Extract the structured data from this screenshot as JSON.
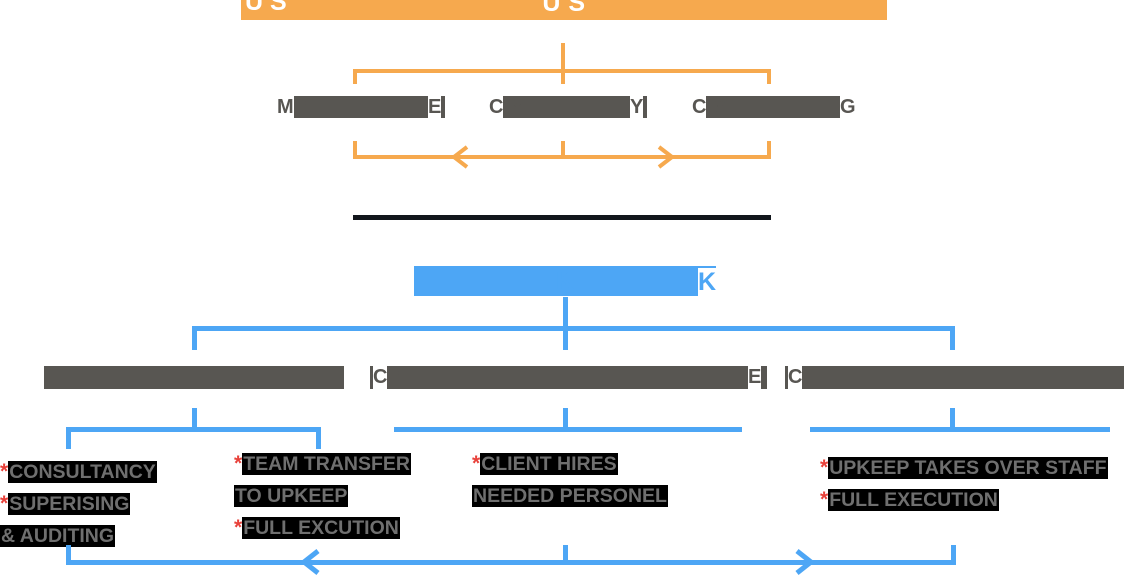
{
  "diagram": {
    "title": "Operating model split: traditional services vs Upkeep",
    "top": {
      "header_bar": {
        "text": "U                                         S",
        "color": "#f6a94e",
        "style": "redacted-clipped"
      },
      "branches": [
        {
          "label": "M                E",
          "first_char": "M",
          "last_char": "E",
          "redacted": true
        },
        {
          "label": "C                Y",
          "first_char": "C",
          "last_char": "Y",
          "redacted": true
        },
        {
          "label": "C                G",
          "first_char": "C",
          "last_char": "G",
          "redacted": true
        }
      ],
      "connector_color": "#f6a94e",
      "arrow_row": {
        "left_arrow": true,
        "right_arrow": true,
        "color": "#f6a94e"
      }
    },
    "divider": {
      "color": "#12161c"
    },
    "bottom": {
      "header_bar": {
        "text": "                    K",
        "last_char": "K",
        "color": "#4da6f5",
        "style": "redacted"
      },
      "connector_color": "#4da6f5",
      "stages": [
        {
          "label": "                                ",
          "first_char": "",
          "last_char": "",
          "redacted": true,
          "groups": [
            {
              "lines": [
                {
                  "bullet": "*",
                  "text": "CONSULTANCY"
                },
                {
                  "bullet": "*",
                  "text": "SUPERISING"
                },
                {
                  "bullet": "",
                  "text": "& AUDITING"
                }
              ]
            },
            {
              "lines": [
                {
                  "bullet": "*",
                  "text": "TEAM TRANSFER"
                },
                {
                  "bullet": "",
                  "text": "TO UPKEEP"
                },
                {
                  "bullet": "*",
                  "text": "FULL EXCUTION"
                }
              ]
            }
          ]
        },
        {
          "label": "C                             E",
          "first_char": "C",
          "last_char": "E",
          "redacted": true,
          "groups": [
            {
              "lines": [
                {
                  "bullet": "*",
                  "text": "CLIENT HIRES"
                },
                {
                  "bullet": "",
                  "text": "NEEDED PERSONEL"
                }
              ]
            }
          ]
        },
        {
          "label": "C                             ",
          "first_char": "C",
          "last_char": "",
          "redacted": true,
          "groups": [
            {
              "lines": [
                {
                  "bullet": "*",
                  "text": "UPKEEP TAKES OVER STAFF"
                },
                {
                  "bullet": "*",
                  "text": "FULL EXECUTION"
                }
              ]
            }
          ]
        }
      ],
      "arrow_row": {
        "left_arrow": true,
        "right_arrow": true,
        "color": "#4da6f5"
      }
    },
    "colors": {
      "orange": "#f6a94e",
      "blue": "#4da6f5",
      "gray": "#585652",
      "black": "#000000",
      "red_asterisk": "#e8413a",
      "text_gray": "#6f6f6f"
    }
  }
}
